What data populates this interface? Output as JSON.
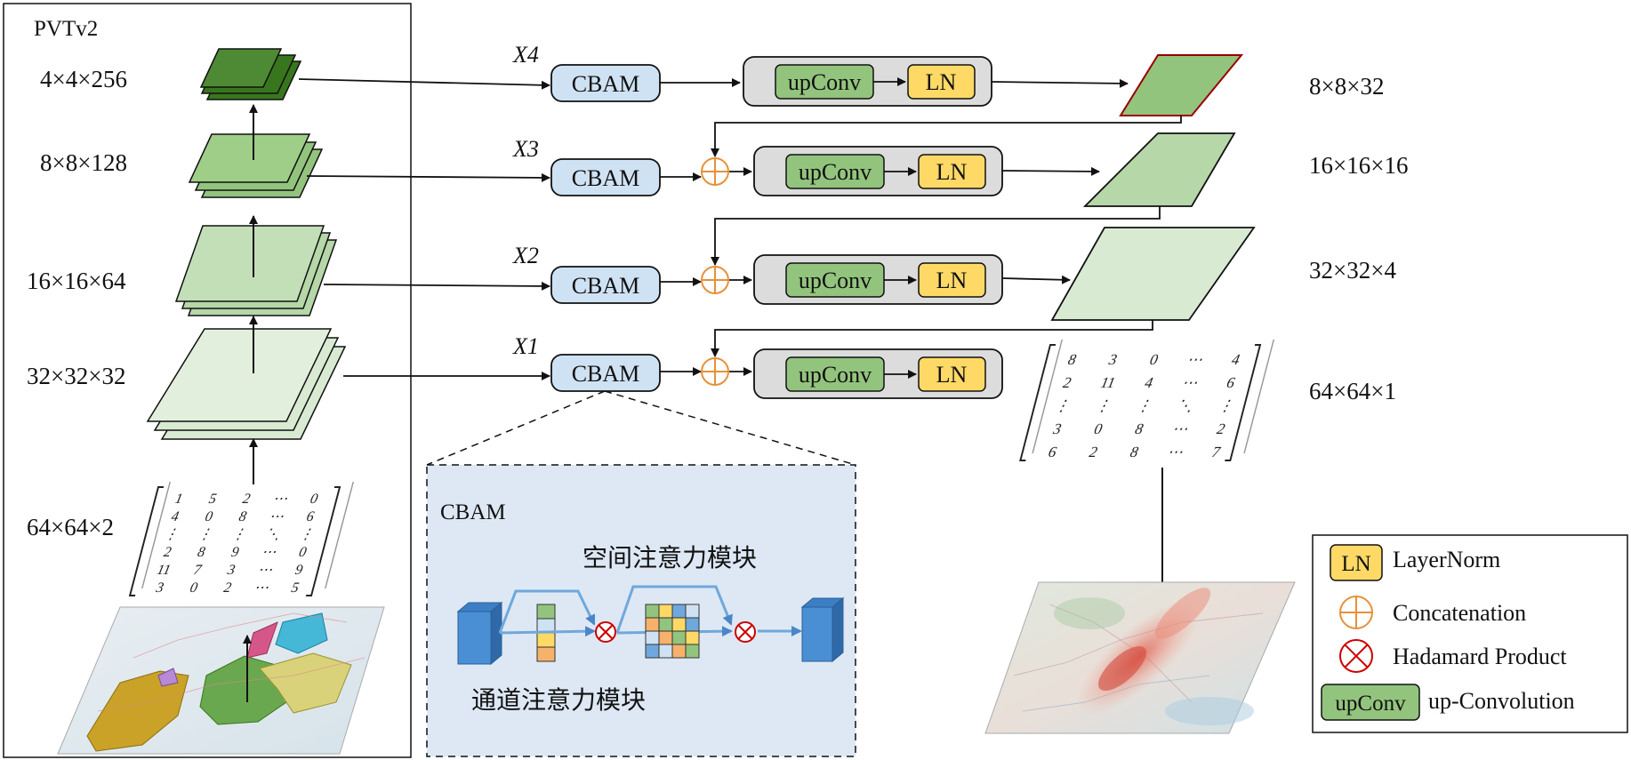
{
  "encoder": {
    "title": "PVTv2",
    "stages": [
      "4×4×256",
      "8×8×128",
      "16×16×64",
      "32×32×32"
    ],
    "input_size": "64×64×2",
    "input_matrix": [
      [
        "1",
        "5",
        "2",
        "⋯",
        "0"
      ],
      [
        "4",
        "0",
        "8",
        "⋯",
        "6"
      ],
      [
        "⋮",
        "⋮",
        "⋮",
        "⋱",
        "⋮"
      ],
      [
        "2",
        "8",
        "9",
        "⋯",
        "0"
      ],
      [
        "11",
        "7",
        "3",
        "⋯",
        "9"
      ],
      [
        "3",
        "0",
        "2",
        "⋯",
        "5"
      ]
    ]
  },
  "decoder": {
    "x_labels": [
      "X4",
      "X3",
      "X2",
      "X1"
    ],
    "cbam_label": "CBAM",
    "upconv_label": "upConv",
    "ln_label": "LN",
    "output_sizes": [
      "8×8×32",
      "16×16×16",
      "32×32×4",
      "64×64×1"
    ],
    "output_matrix": [
      [
        "8",
        "3",
        "0",
        "⋯",
        "4"
      ],
      [
        "2",
        "11",
        "4",
        "⋯",
        "6"
      ],
      [
        "⋮",
        "⋮",
        "⋮",
        "⋱",
        "⋮"
      ],
      [
        "3",
        "0",
        "8",
        "⋯",
        "2"
      ],
      [
        "6",
        "2",
        "8",
        "⋯",
        "7"
      ]
    ]
  },
  "cbam_detail": {
    "title": "CBAM",
    "spatial_label": "空间注意力模块",
    "channel_label": "通道注意力模块"
  },
  "legend": {
    "items": [
      {
        "symbol": "LN",
        "text": "LayerNorm"
      },
      {
        "symbol": "",
        "text": "Concatenation"
      },
      {
        "symbol": "",
        "text": "Hadamard Product"
      },
      {
        "symbol": "upConv",
        "text": "up-Convolution"
      }
    ]
  },
  "colors": {
    "cbam_fill": "#cfe2f3",
    "upconv_fill": "#93c47d",
    "ln_fill": "#ffd966",
    "module_fill": "#dcdcdc",
    "concat": "#e69138",
    "hadamard": "#cc0000",
    "cbam_panel": "#dde8f4"
  }
}
